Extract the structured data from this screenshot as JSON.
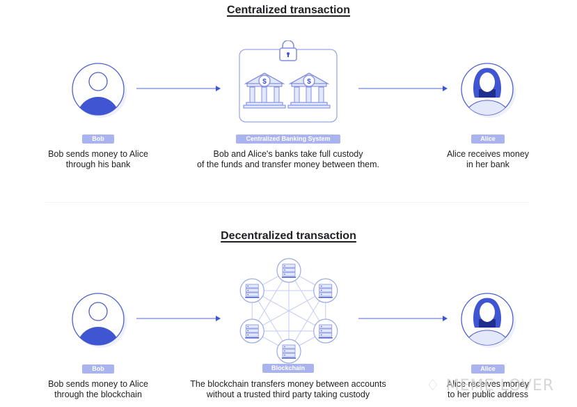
{
  "colors": {
    "accent": "#3f55d1",
    "accent_light": "#a9b4ee",
    "line": "#8a98e6",
    "fill_light": "#e4e8fb"
  },
  "centralized": {
    "title": "Centralized transaction",
    "sender": {
      "badge": "Bob",
      "desc_line1": "Bob sends money to Alice",
      "desc_line2": "through his bank",
      "icon": "male-user-icon"
    },
    "intermediary": {
      "badge": "Centralized Banking System",
      "desc_line1": "Bob and Alice's banks take full custody",
      "desc_line2": "of the funds and transfer money between them.",
      "icon": "locked-banks-icon"
    },
    "receiver": {
      "badge": "Alice",
      "desc_line1": "Alice receives money",
      "desc_line2": "in her bank",
      "icon": "female-user-icon"
    }
  },
  "decentralized": {
    "title": "Decentralized transaction",
    "sender": {
      "badge": "Bob",
      "desc_line1": "Bob sends money to Alice",
      "desc_line2": "through the blockchain",
      "icon": "male-user-icon"
    },
    "intermediary": {
      "badge": "Blockchain",
      "desc_line1": "The blockchain transfers money between accounts",
      "desc_line2": "without a trusted third party taking custody",
      "icon": "server-network-icon"
    },
    "receiver": {
      "badge": "Alice",
      "desc_line1": "Alice receives money",
      "desc_line2": "to her public address",
      "icon": "female-user-icon"
    }
  },
  "watermark": "MEME LOVER"
}
